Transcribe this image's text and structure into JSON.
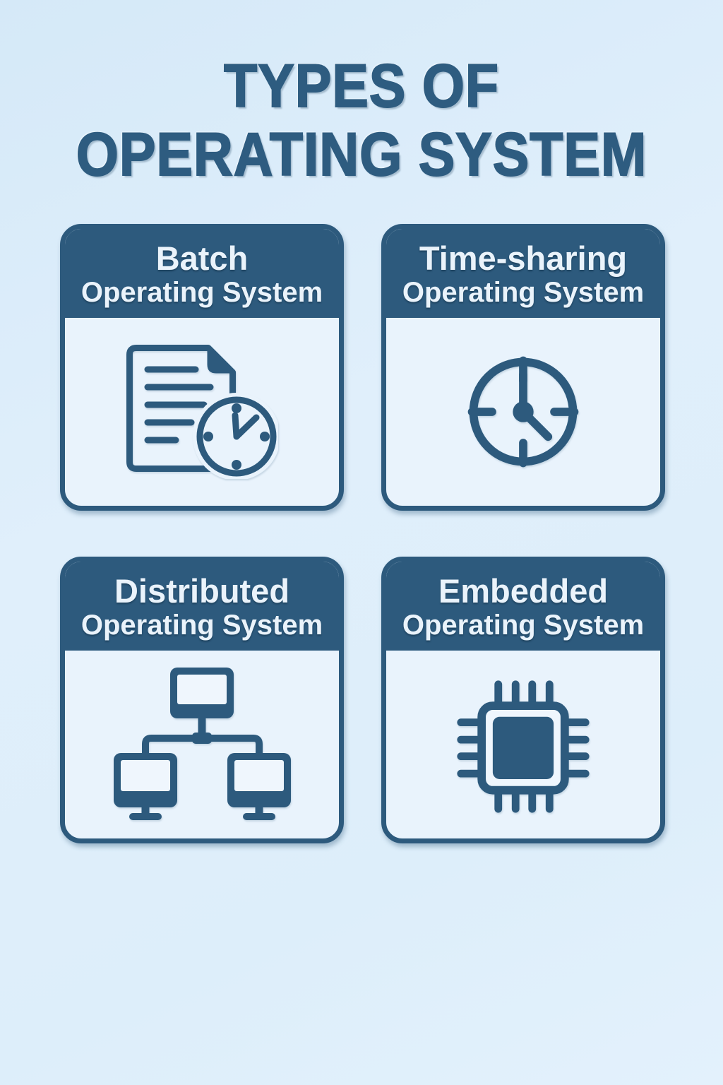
{
  "poster": {
    "title_line1": "TYPES OF",
    "title_line2": "OPERATING SYSTEM"
  },
  "cards": [
    {
      "title": "Batch",
      "subtitle": "Operating System",
      "icon": "document-clock-icon"
    },
    {
      "title": "Time-sharing",
      "subtitle": "Operating System",
      "icon": "clock-icon"
    },
    {
      "title": "Distributed",
      "subtitle": "Operating System",
      "icon": "computer-network-icon"
    },
    {
      "title": "Embedded",
      "subtitle": "Operating System",
      "icon": "processor-chip-icon"
    }
  ],
  "colors": {
    "ink": "#2d5a7d",
    "title_text": "#2e5c80",
    "page_background": "#ddeefa",
    "card_background": "#e9f3fc",
    "header_text": "#eaf3fb"
  }
}
